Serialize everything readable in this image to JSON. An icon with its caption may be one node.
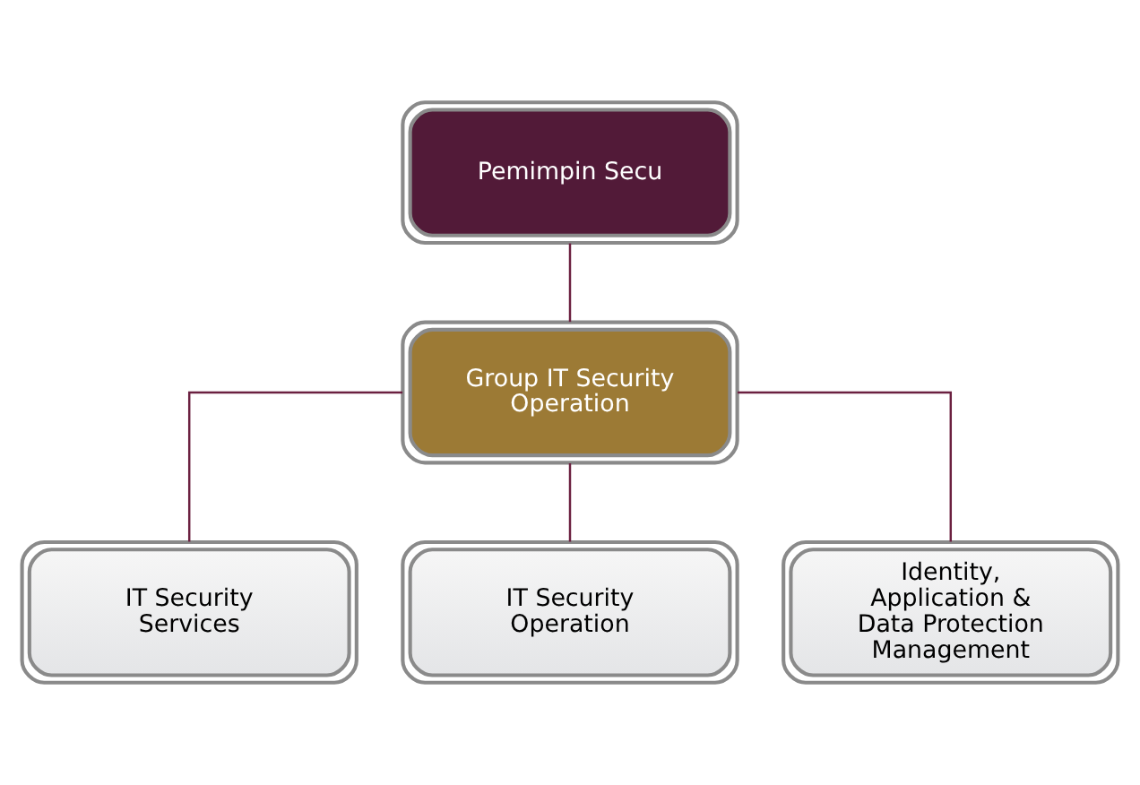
{
  "diagram": {
    "nodes": [
      {
        "text": [
          "Pemimpin Secu"
        ]
      },
      {
        "text": [
          "Group IT Security Operation"
        ]
      },
      {
        "text": [
          "IT Security Services"
        ]
      },
      {
        "text": [
          "IT Security Operation"
        ]
      },
      {
        "text": [
          "Identity, Application & Data Protection Management"
        ]
      }
    ],
    "edges": [
      {
        "from": 0,
        "to": 1,
        "arrow": "none"
      },
      {
        "from": 1,
        "to": 2,
        "arrow": "none"
      },
      {
        "from": 1,
        "to": 3,
        "arrow": "none"
      },
      {
        "from": 1,
        "to": 4,
        "arrow": "none"
      }
    ]
  }
}
